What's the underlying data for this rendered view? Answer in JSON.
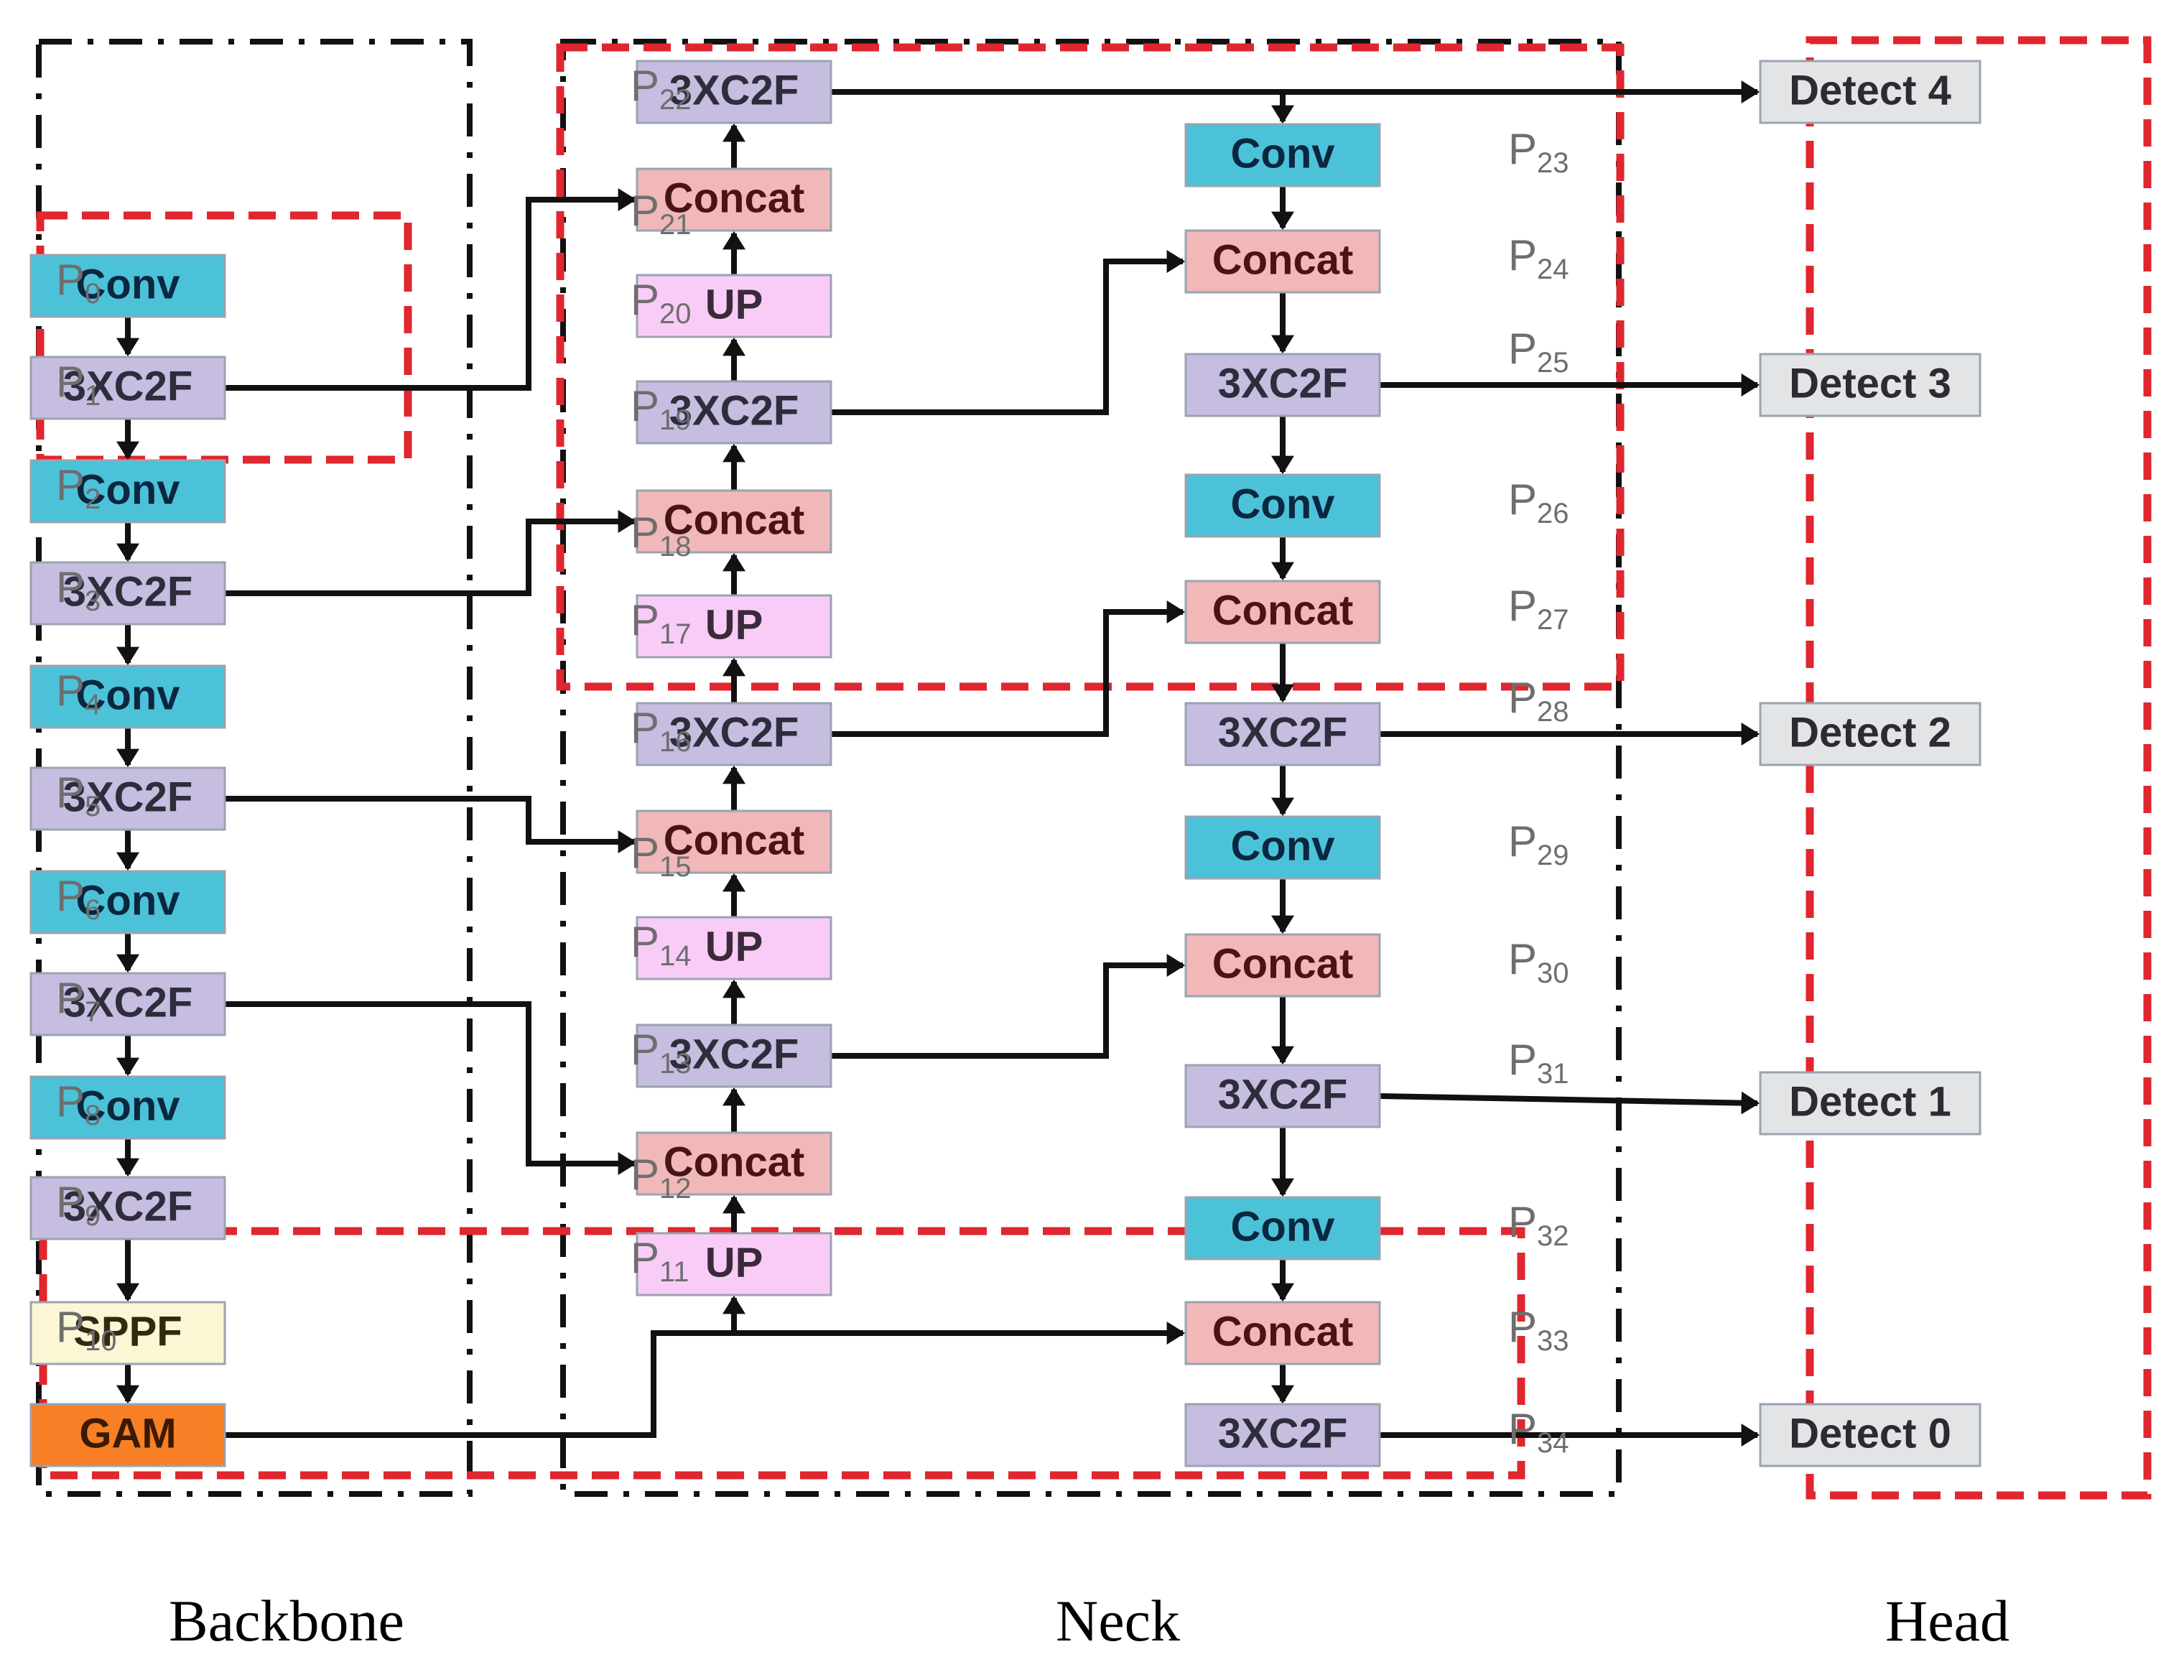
{
  "colors": {
    "conv": "#4cc2d8",
    "c2f": "#c6bde0",
    "concat": "#f0b8b8",
    "up": "#f9ccf8",
    "sppf": "#fbf6d4",
    "gam": "#f77f25",
    "detect": "#e2e4e6",
    "red_dash": "#e0262e",
    "line": "#111111",
    "plabel": "#6e6e6e"
  },
  "sections": {
    "backbone": "Backbone",
    "neck": "Neck",
    "head": "Head"
  },
  "backbone": [
    {
      "id": "b0",
      "type": "conv",
      "label": "Conv",
      "p": "0"
    },
    {
      "id": "b1",
      "type": "c2f",
      "label": "3XC2F",
      "p": "1"
    },
    {
      "id": "b2",
      "type": "conv",
      "label": "Conv",
      "p": "2"
    },
    {
      "id": "b3",
      "type": "c2f",
      "label": "3XC2F",
      "p": "3"
    },
    {
      "id": "b4",
      "type": "conv",
      "label": "Conv",
      "p": "4"
    },
    {
      "id": "b5",
      "type": "c2f",
      "label": "3XC2F",
      "p": "5"
    },
    {
      "id": "b6",
      "type": "conv",
      "label": "Conv",
      "p": "6"
    },
    {
      "id": "b7",
      "type": "c2f",
      "label": "3XC2F",
      "p": "7"
    },
    {
      "id": "b8",
      "type": "conv",
      "label": "Conv",
      "p": "8"
    },
    {
      "id": "b9",
      "type": "c2f",
      "label": "3XC2F",
      "p": "9"
    },
    {
      "id": "b10",
      "type": "sppf",
      "label": "SPPF",
      "p": "10"
    },
    {
      "id": "b11",
      "type": "gam",
      "label": "GAM",
      "p": ""
    }
  ],
  "neck_up": [
    {
      "id": "u22",
      "type": "c2f",
      "label": "3XC2F",
      "p": "22"
    },
    {
      "id": "u21",
      "type": "concat",
      "label": "Concat",
      "p": "21"
    },
    {
      "id": "u20",
      "type": "up",
      "label": "UP",
      "p": "20"
    },
    {
      "id": "u19",
      "type": "c2f",
      "label": "3XC2F",
      "p": "19"
    },
    {
      "id": "u18",
      "type": "concat",
      "label": "Concat",
      "p": "18"
    },
    {
      "id": "u17",
      "type": "up",
      "label": "UP",
      "p": "17"
    },
    {
      "id": "u16",
      "type": "c2f",
      "label": "3XC2F",
      "p": "16"
    },
    {
      "id": "u15",
      "type": "concat",
      "label": "Concat",
      "p": "15"
    },
    {
      "id": "u14",
      "type": "up",
      "label": "UP",
      "p": "14"
    },
    {
      "id": "u13",
      "type": "c2f",
      "label": "3XC2F",
      "p": "13"
    },
    {
      "id": "u12",
      "type": "concat",
      "label": "Concat",
      "p": "12"
    },
    {
      "id": "u11",
      "type": "up",
      "label": "UP",
      "p": "11"
    }
  ],
  "neck_down": [
    {
      "id": "d23",
      "type": "conv",
      "label": "Conv",
      "p": "23"
    },
    {
      "id": "d24",
      "type": "concat",
      "label": "Concat",
      "p": "24"
    },
    {
      "id": "d25",
      "type": "c2f",
      "label": "3XC2F",
      "p": "25"
    },
    {
      "id": "d26",
      "type": "conv",
      "label": "Conv",
      "p": "26"
    },
    {
      "id": "d27",
      "type": "concat",
      "label": "Concat",
      "p": "27"
    },
    {
      "id": "d28",
      "type": "c2f",
      "label": "3XC2F",
      "p": "28"
    },
    {
      "id": "d29",
      "type": "conv",
      "label": "Conv",
      "p": "29"
    },
    {
      "id": "d30",
      "type": "concat",
      "label": "Concat",
      "p": "30"
    },
    {
      "id": "d31",
      "type": "c2f",
      "label": "3XC2F",
      "p": "31"
    },
    {
      "id": "d32",
      "type": "conv",
      "label": "Conv",
      "p": "32"
    },
    {
      "id": "d33",
      "type": "concat",
      "label": "Concat",
      "p": "33"
    },
    {
      "id": "d34",
      "type": "c2f",
      "label": "3XC2F",
      "p": "34"
    }
  ],
  "head": [
    {
      "id": "h4",
      "type": "detect",
      "label": "Detect 4"
    },
    {
      "id": "h3",
      "type": "detect",
      "label": "Detect 3"
    },
    {
      "id": "h2",
      "type": "detect",
      "label": "Detect 2"
    },
    {
      "id": "h1",
      "type": "detect",
      "label": "Detect 1"
    },
    {
      "id": "h0",
      "type": "detect",
      "label": "Detect 0"
    }
  ]
}
